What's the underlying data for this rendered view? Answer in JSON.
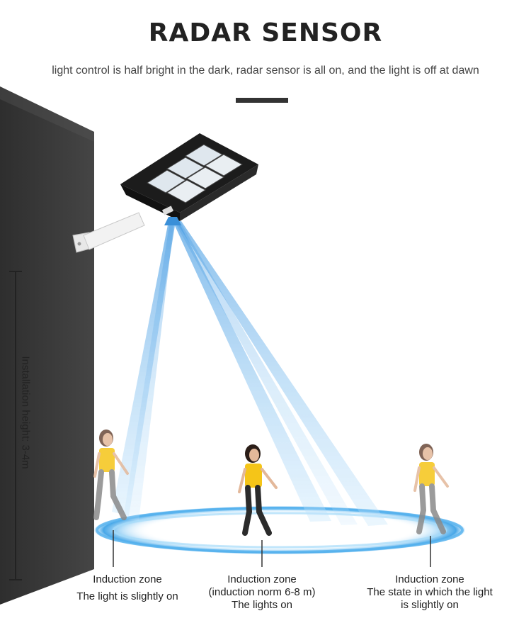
{
  "header": {
    "title": "RADAR SENSOR",
    "subtitle": "light control is half bright in the dark, radar sensor is all on, and the light is off at dawn"
  },
  "installation": {
    "height_label": "Installation height: 3-4m"
  },
  "zones": [
    {
      "title": "Induction zone",
      "lines": [
        "The light is slightly on"
      ]
    },
    {
      "title": "Induction zone",
      "lines": [
        "(induction norm 6-8 m)",
        "The lights on"
      ]
    },
    {
      "title": "Induction zone",
      "lines": [
        "The state in which the light",
        "is slightly on"
      ]
    }
  ],
  "colors": {
    "wall": "#3a3a3a",
    "beam": "#4aa8e8",
    "figure_shirt": "#f5c518",
    "figure_pants_left": "#8a8a8a",
    "figure_pants_center": "#2b2b2b",
    "lamp_body": "#1c1c1c"
  }
}
